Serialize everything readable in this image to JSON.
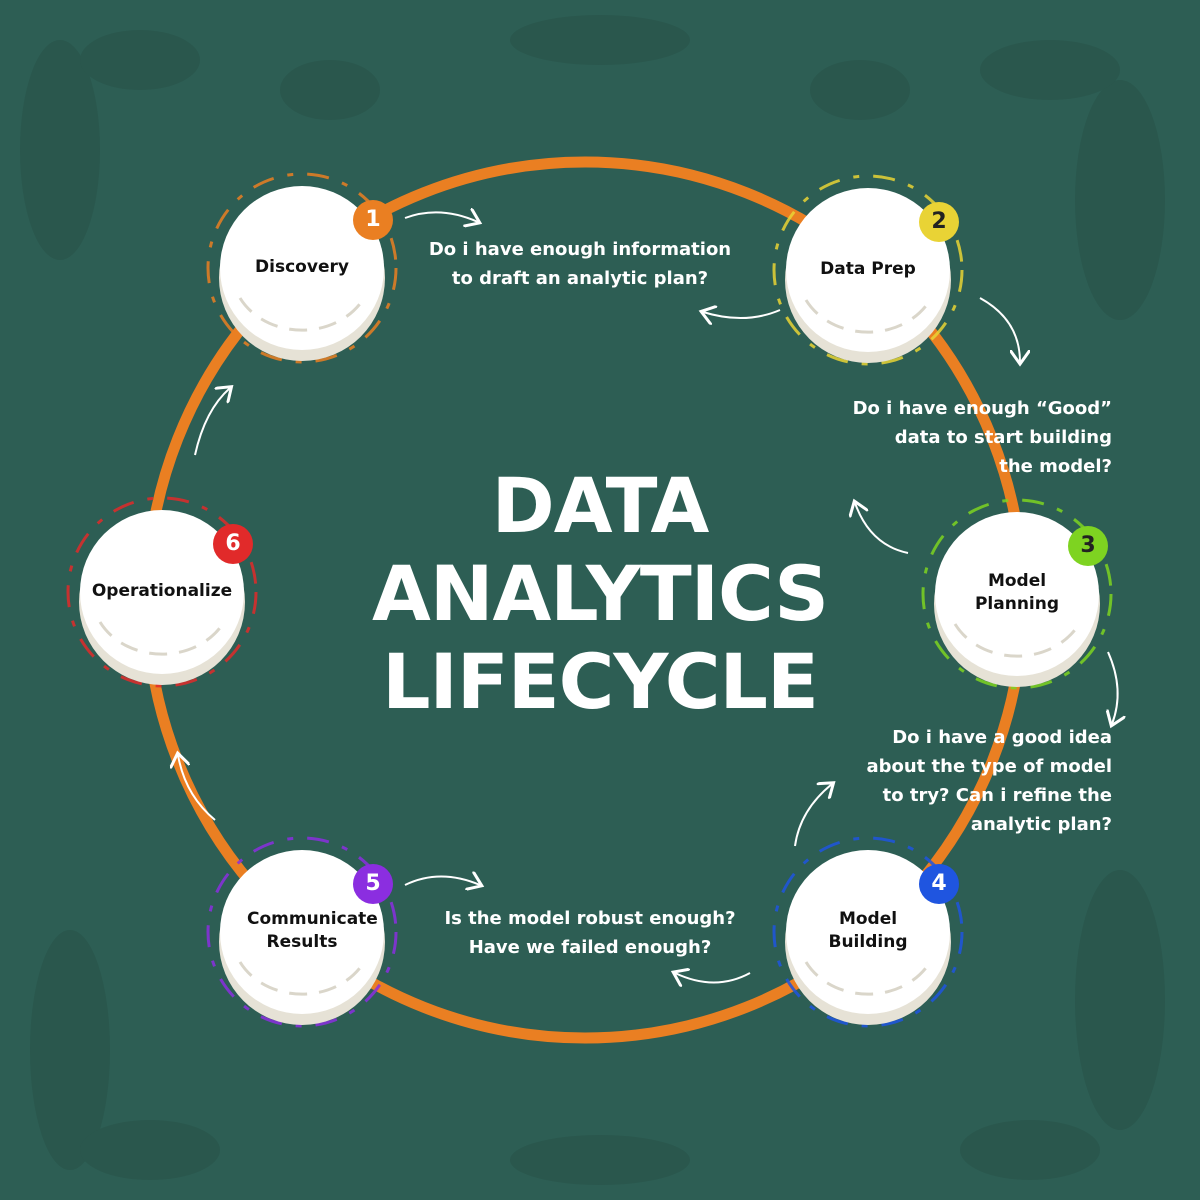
{
  "title": {
    "line1": "DATA",
    "line2": "ANALYTICS",
    "line3": "LIFECYCLE"
  },
  "colors": {
    "background": "#2d5e54",
    "ring": "#ea7f22",
    "node": "#ffffff"
  },
  "stages": [
    {
      "number": "1",
      "label": "Discovery",
      "color": "#ea7f22"
    },
    {
      "number": "2",
      "label": "Data Prep",
      "color": "#e9d335"
    },
    {
      "number": "3",
      "label": "Model Planning",
      "color": "#7ed321"
    },
    {
      "number": "4",
      "label": "Model Building",
      "color": "#1f55e0"
    },
    {
      "number": "5",
      "label": "Communicate Results",
      "color": "#8b2ee0"
    },
    {
      "number": "6",
      "label": "Operationalize",
      "color": "#e12a2a"
    }
  ],
  "questions": [
    {
      "line1": "Do i have enough information",
      "line2": "to draft an analytic plan?"
    },
    {
      "line1": "Do i have enough “Good”",
      "line2": "data to start building",
      "line3": "the model?"
    },
    {
      "line1": "Do i have a good idea",
      "line2": "about the type of model",
      "line3": "to try? Can i refine the",
      "line4": "analytic plan?"
    },
    {
      "line1": "Is the model robust enough?",
      "line2": "Have we failed enough?"
    }
  ]
}
